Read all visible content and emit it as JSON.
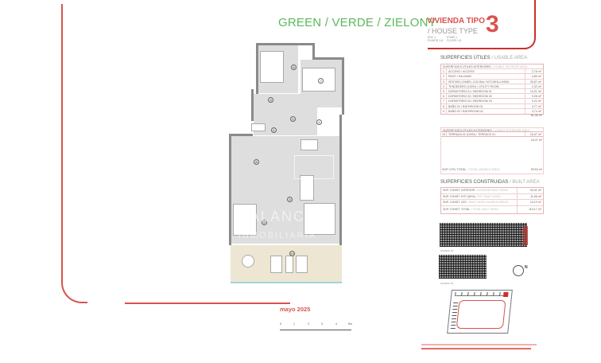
{
  "header": {
    "title": "GREEN / VERDE / ZIELONY",
    "vivienda_label": "VIVIENDA TIPO",
    "house_type_label": "/ HOUSE TYPE",
    "type_number": "3",
    "esc": "ESC 1",
    "planta": "PLANTA 1-8",
    "stair": "STAIR 1",
    "floor": "FLOOR 1-8"
  },
  "usable_area": {
    "title": "SUPERFICIES ÚTILES",
    "title_en": "/ USABLE AREA",
    "interior_header": "SUPERFICIES ÚTILES INTERIORES",
    "interior_header_en": "/ USABLE INTERIOR AREA",
    "rows": [
      {
        "n": "1",
        "label": "ACCESO / ACCESS",
        "value": "2,78 m²"
      },
      {
        "n": "2",
        "label": "PASO / HALLWAY",
        "value": "4,89 m²"
      },
      {
        "n": "3",
        "label": "SESTAR-COMED.-COCINA / KITCHEN-LIVING",
        "value": "30,67 m²"
      },
      {
        "n": "4",
        "label": "TENDEDERO (100%) / UTILITY ROOM",
        "value": "2,32 m²"
      },
      {
        "n": "5",
        "label": "DORMITORIO 01 / BEDROOM 01",
        "value": "13,01 m²"
      },
      {
        "n": "6",
        "label": "DORMITORIO 02 / BEDROOM 02",
        "value": "9,28 m²"
      },
      {
        "n": "7",
        "label": "DORMITORIO 03 / BEDROOM 03",
        "value": "9,20 m²"
      },
      {
        "n": "8",
        "label": "BAÑO 01 / BATHROOM 01",
        "value": "4,77 m²"
      },
      {
        "n": "9",
        "label": "BAÑO 02 / BATHROOM 02",
        "value": "3,74 m²"
      }
    ],
    "interior_total": "81,06 m²",
    "exterior_header": "SUPERFICIES ÚTILES EXTERIORES",
    "exterior_header_en": "/ USABLE EXTERIOR AREA",
    "exterior_rows": [
      {
        "n": "10",
        "label": "TERRAZA 01 (100%) / TERRACE 01",
        "value": "18,47 m²"
      }
    ],
    "exterior_total": "18,47 m²",
    "total_label": "SUP. ÚTIL TOTAL",
    "total_label_en": "/ TOTAL USABLE AREA",
    "total_value": "99,53 m²"
  },
  "built_area": {
    "title": "SUPERFICIES CONSTRUIDAS",
    "title_en": "/ BUILT AREA",
    "rows": [
      {
        "label": "SUP. CONST. INTERIOR",
        "label_en": "/ INTERIOR BUILT AREA",
        "value": "94,01 m²"
      },
      {
        "label": "SUP. CONST. EXT (50%)",
        "label_en": "/ EXT. BUILT AREA",
        "value": "11,06 m²"
      },
      {
        "label": "SUP. CONST. ZZC",
        "label_en": "/ BUILT AREA SHARED AREAS",
        "value": "10,10 m²"
      },
      {
        "label": "SUP. CONST. TOTAL",
        "label_en": "/ TOTAL BUILT AREA",
        "value": "115,17 m²"
      }
    ]
  },
  "plan": {
    "room_numbers": [
      "1",
      "2",
      "3",
      "4",
      "5",
      "6",
      "7",
      "8",
      "9",
      "10"
    ],
    "watermark_line1": "BALANCE",
    "watermark_line2": "INMOBILIARIA"
  },
  "footer": {
    "date": "mayo 2025",
    "scale_ticks": [
      "0",
      "1",
      "2",
      "3",
      "4",
      "5m"
    ]
  },
  "elevations": {
    "label1": "ALZADO 01",
    "label2": "ALZADO 02",
    "north": "N"
  },
  "colors": {
    "accent_red": "#d9534f",
    "title_green": "#5cb85c",
    "terrace": "#ede6d2"
  }
}
